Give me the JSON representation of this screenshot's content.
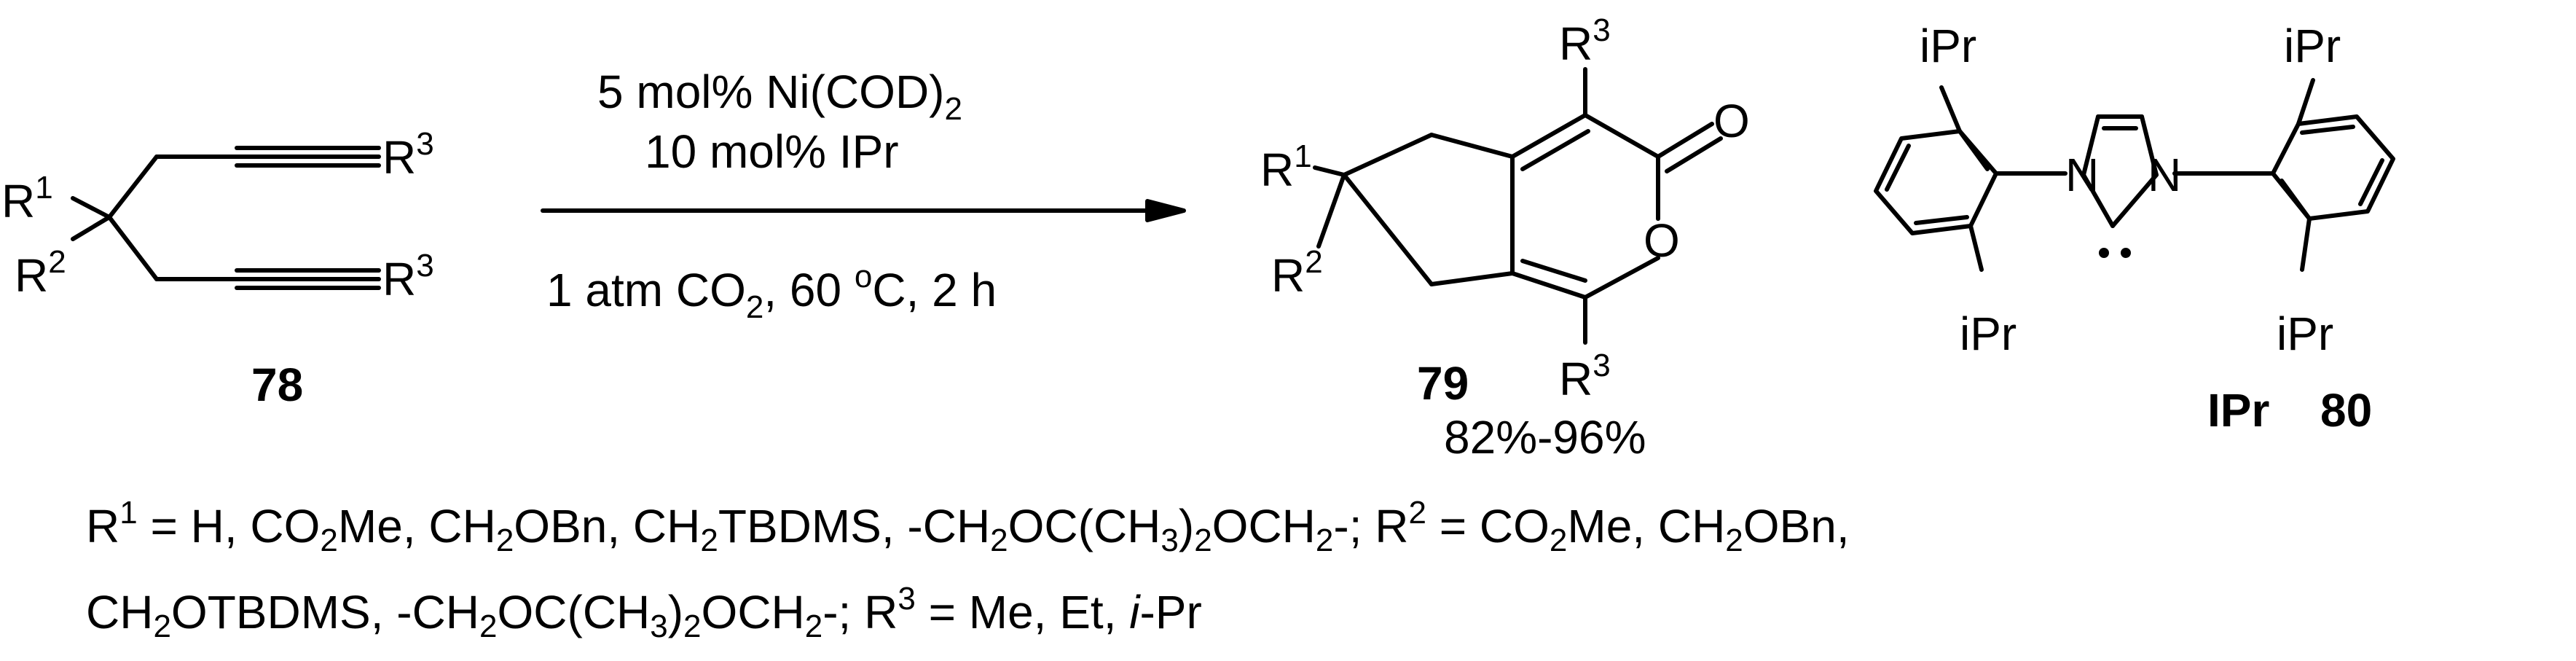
{
  "reagents": {
    "catalyst_line": [
      "5 mol% Ni(COD)",
      "2"
    ],
    "ligand_line": "10 mol% IPr",
    "conditions_line": [
      "1 atm CO",
      "2",
      ", 60 ",
      "o",
      "C, 2 h"
    ]
  },
  "compounds": {
    "diyne": {
      "number": "78",
      "r1": [
        "R",
        "1"
      ],
      "r2": [
        "R",
        "2"
      ],
      "r3_top": [
        "R",
        "3"
      ],
      "r3_bottom": [
        "R",
        "3"
      ]
    },
    "pyrone": {
      "number": "79",
      "yield": "82%-96%",
      "r1": [
        "R",
        "1"
      ],
      "r2": [
        "R",
        "2"
      ],
      "r3_top": [
        "R",
        "3"
      ],
      "r3_bottom": [
        "R",
        "3"
      ],
      "carbonyl_o": "O",
      "ring_o": "O"
    },
    "ligand": {
      "name": "IPr",
      "number": "80",
      "n_left": "N",
      "n_right": "N",
      "ipr_top_left": "iPr",
      "ipr_top_right": "iPr",
      "ipr_bottom_left": "iPr",
      "ipr_bottom_right": "iPr"
    }
  },
  "footer": {
    "line1": [
      "R",
      "1",
      " = H, CO",
      "2",
      "Me, CH",
      "2",
      "OBn, CH",
      "2",
      "TBDMS, -CH",
      "2",
      "OC(CH",
      "3",
      ")",
      "2",
      "OCH",
      "2",
      "-; R",
      "2",
      " = CO",
      "2",
      "Me, CH",
      "2",
      "OBn,"
    ],
    "line2": [
      "CH",
      "2",
      "OTBDMS, -CH",
      "2",
      "OC(CH",
      "3",
      ")",
      "2",
      "OCH",
      "2",
      "-; R",
      "3",
      " = Me, Et, ",
      "i",
      "-Pr"
    ]
  }
}
